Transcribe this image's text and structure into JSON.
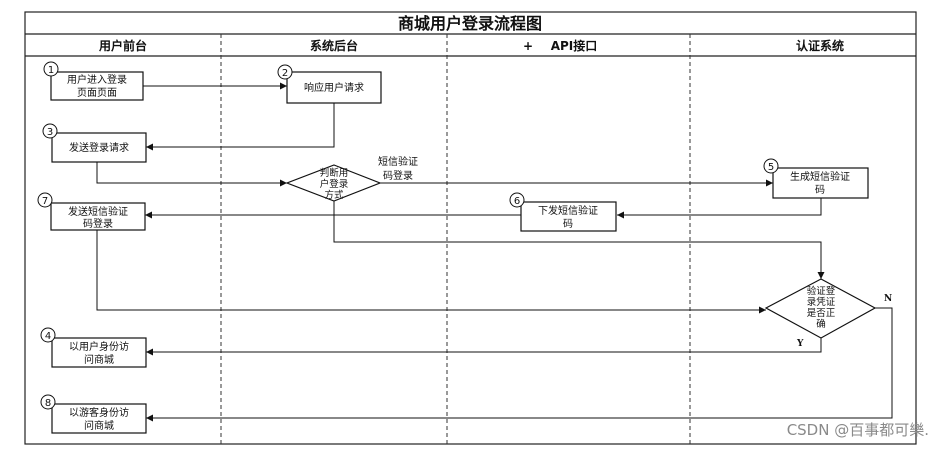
{
  "diagram": {
    "title": "商城用户登录流程图",
    "lanes": [
      "用户前台",
      "系统后台",
      "API接口",
      "认证系统"
    ],
    "lane_marker": "+",
    "nodes": {
      "enter_login": {
        "num": "1",
        "lines": [
          "用户进入登录",
          "页面页面"
        ]
      },
      "respond": {
        "num": "2",
        "lines": [
          "响应用户请求"
        ]
      },
      "send_login": {
        "num": "3",
        "lines": [
          "发送登录请求"
        ]
      },
      "judge_mode": {
        "lines": [
          "判断用",
          "户登录",
          "方式"
        ]
      },
      "gen_code": {
        "num": "5",
        "lines": [
          "生成短信验证",
          "码"
        ]
      },
      "issue_code": {
        "num": "6",
        "lines": [
          "下发短信验证",
          "码"
        ]
      },
      "send_code": {
        "num": "7",
        "lines": [
          "发送短信验证",
          "码登录"
        ]
      },
      "verify": {
        "lines": [
          "验证登",
          "录凭证",
          "是否正",
          "确"
        ]
      },
      "as_user": {
        "num": "4",
        "lines": [
          "以用户身份访",
          "问商城"
        ]
      },
      "as_guest": {
        "num": "8",
        "lines": [
          "以游客身份访",
          "问商城"
        ]
      }
    },
    "edge_labels": {
      "sms_login": [
        "短信验证",
        "码登录"
      ],
      "yes": "Y",
      "no": "N"
    }
  },
  "watermark": "CSDN @百事都可樂."
}
